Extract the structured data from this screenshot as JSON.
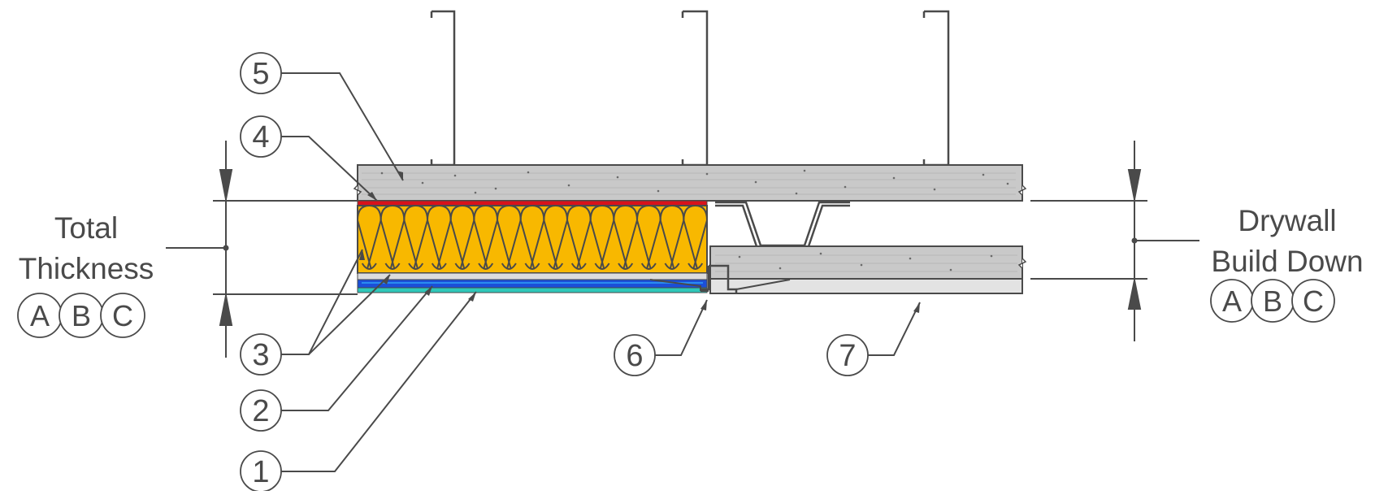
{
  "left_label": {
    "line1": "Total",
    "line2": "Thickness",
    "letters": [
      "A",
      "B",
      "C"
    ]
  },
  "right_label": {
    "line1": "Drywall",
    "line2": "Build Down",
    "letters": [
      "A",
      "B",
      "C"
    ]
  },
  "callouts": {
    "c1": "1",
    "c2": "2",
    "c3": "3",
    "c4": "4",
    "c5": "5",
    "c6": "6",
    "c7": "7"
  },
  "colors": {
    "line": "#4a4a4a",
    "drywall": "#c9c9c9",
    "drywall_light": "#dedede",
    "insulation": "#f8b800",
    "vapor_barrier": "#d8121b",
    "backer": "#1b4fd8",
    "finish": "#2fc7b9"
  }
}
